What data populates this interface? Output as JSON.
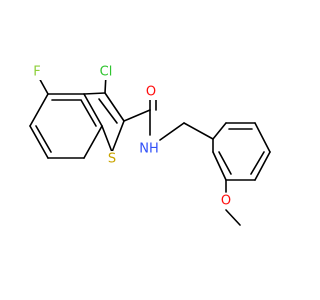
{
  "molecule": {
    "atoms": {
      "F": {
        "text": "F",
        "color": "#8ecf3a"
      },
      "Cl": {
        "text": "Cl",
        "color": "#2fc42f"
      },
      "S": {
        "text": "S",
        "color": "#c9a400"
      },
      "O_carbonyl": {
        "text": "O",
        "color": "#ff0d0d"
      },
      "NH": {
        "text": "NH",
        "color": "#3050f8"
      },
      "O_methoxy": {
        "text": "O",
        "color": "#ff0d0d"
      }
    },
    "bond_color": "#000000",
    "background": "#ffffff"
  }
}
